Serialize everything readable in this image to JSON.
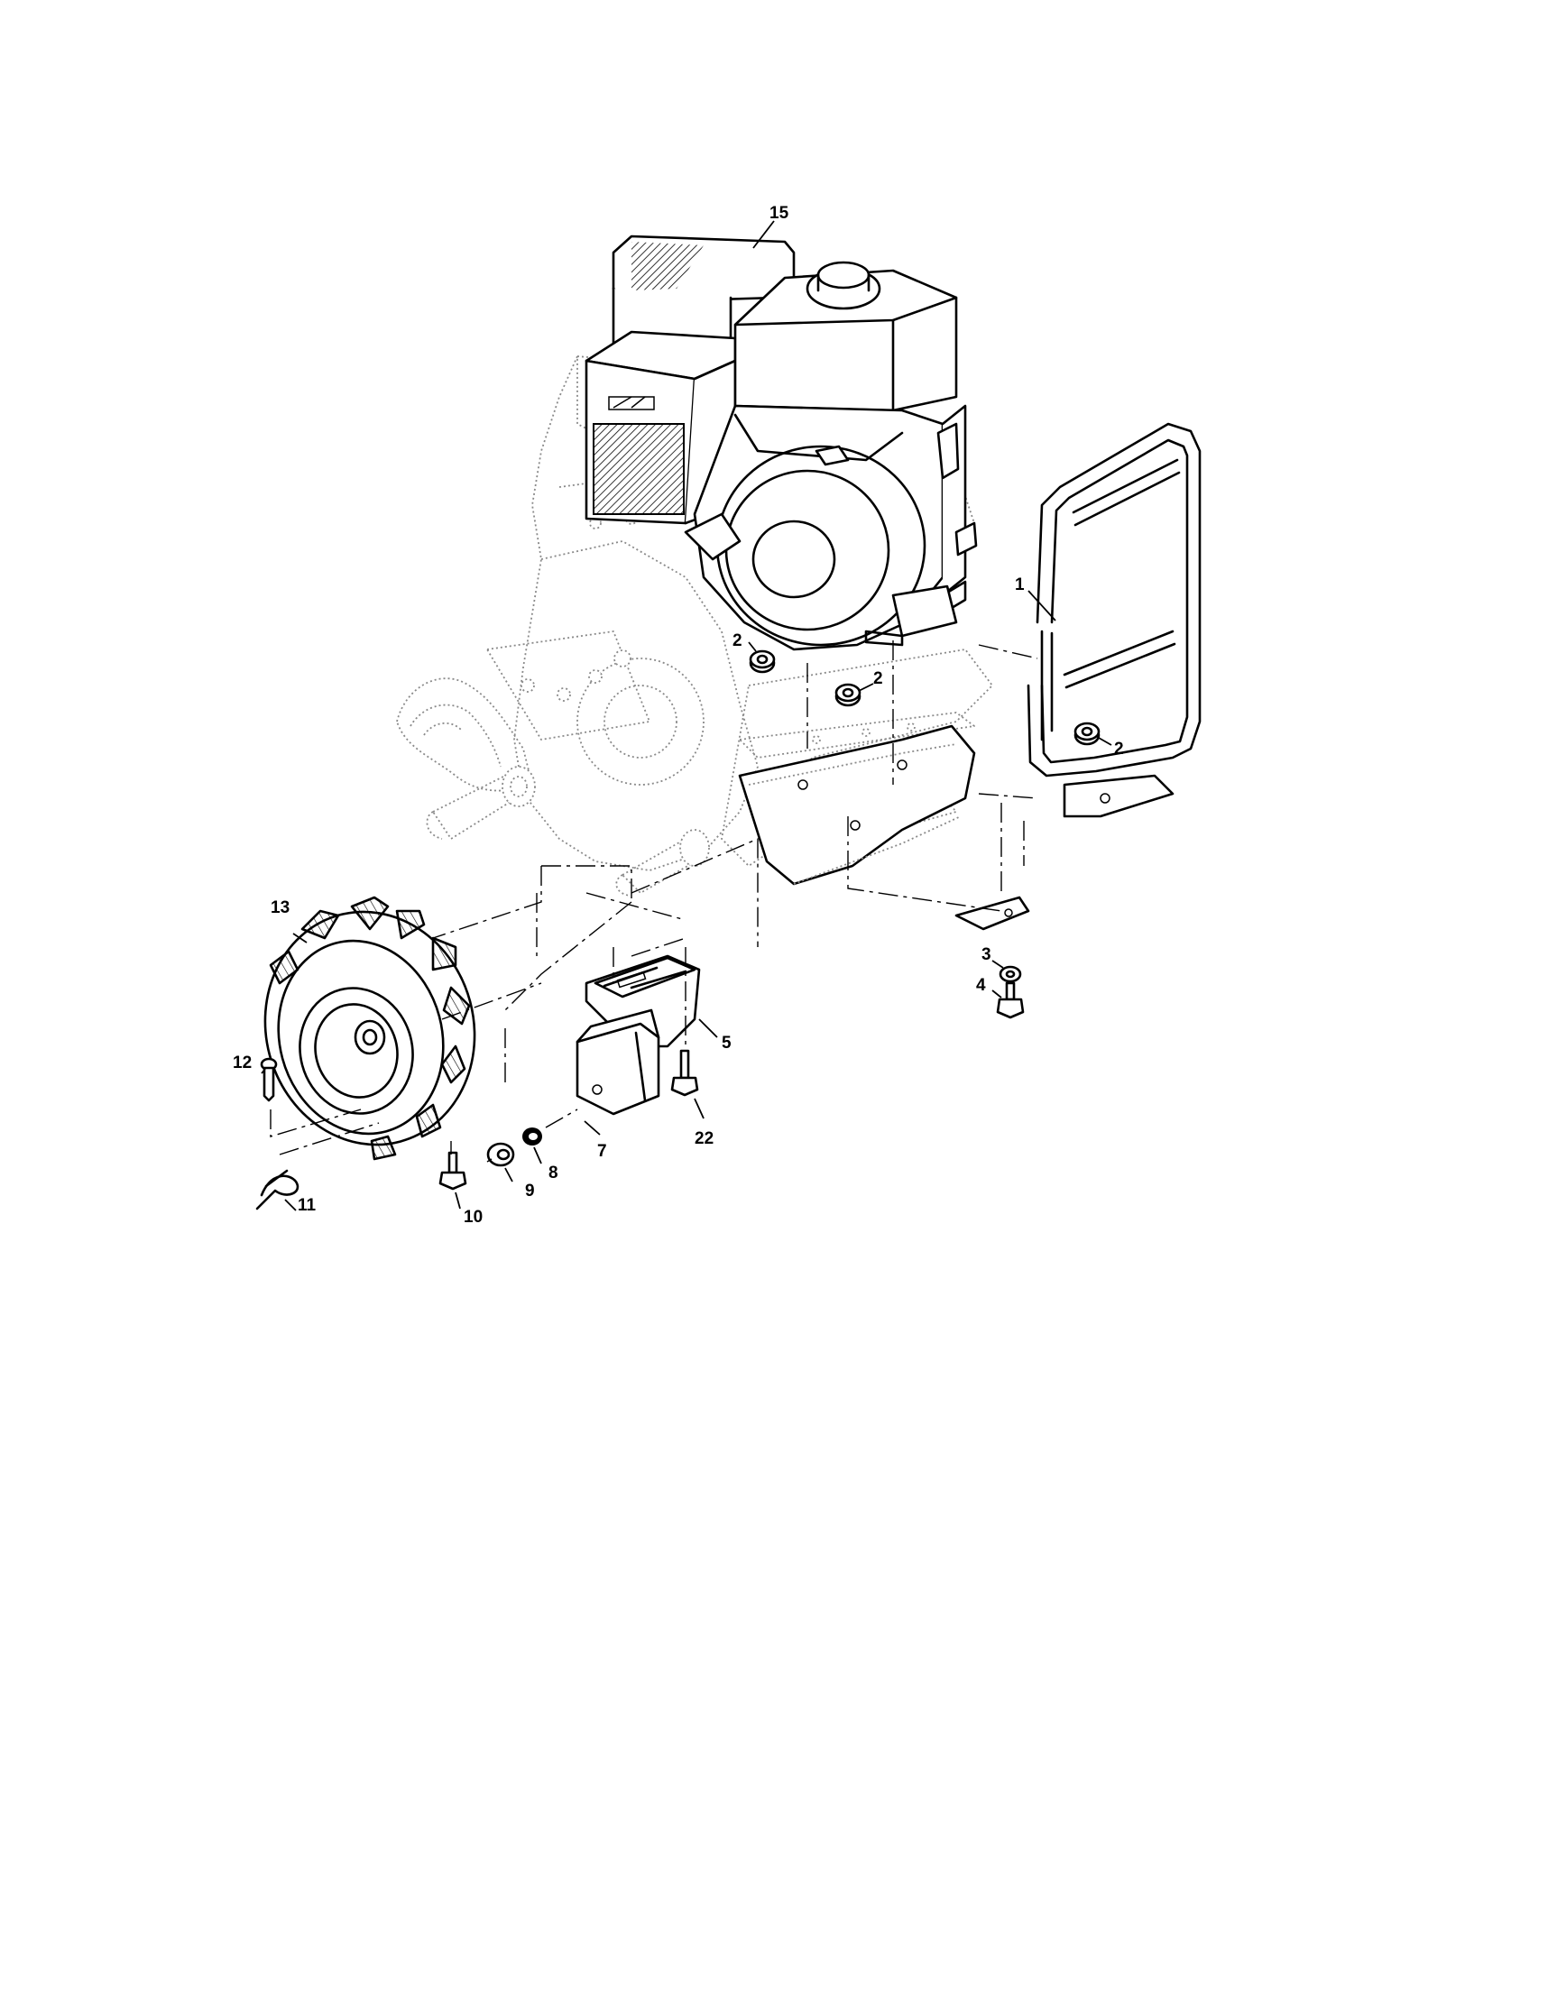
{
  "callouts": {
    "c1": "1",
    "c2a": "2",
    "c2b": "2",
    "c2c": "2",
    "c3": "3",
    "c4": "4",
    "c5": "5",
    "c7": "7",
    "c8": "8",
    "c9": "9",
    "c10": "10",
    "c11": "11",
    "c12": "12",
    "c13": "13",
    "c15": "15",
    "c22": "22"
  }
}
